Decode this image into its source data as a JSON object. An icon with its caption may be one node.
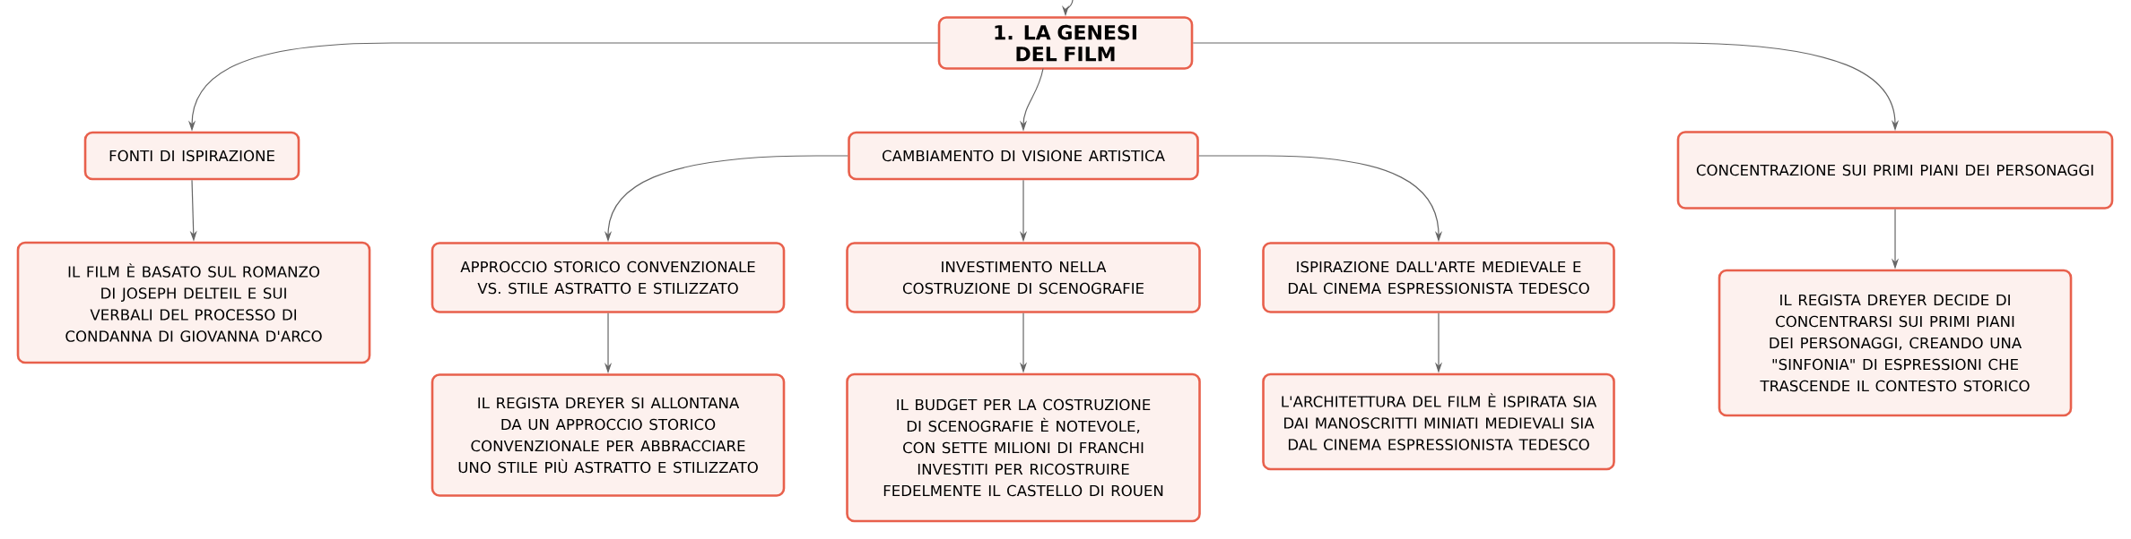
{
  "diagram": {
    "nodes": [
      {
        "text": [
          "1. LA GENESI DEL FILM"
        ]
      },
      {
        "text": [
          "FONTI DI ISPIRAZIONE"
        ]
      },
      {
        "text": [
          "IL FILM È BASATO SUL ROMANZO DI JOSEPH DELTEIL E SUI VERBALI DEL PROCESSO DI CONDANNA DI GIOVANNA D'ARCO"
        ]
      },
      {
        "text": [
          "CAMBIAMENTO DI VISIONE ARTISTICA"
        ]
      },
      {
        "text": [
          "APPROCCIO STORICO CONVENZIONALE VS. STILE ASTRATTO E STILIZZATO"
        ]
      },
      {
        "text": [
          "IL REGISTA DREYER SI ALLONTANA DA UN APPROCCIO STORICO CONVENZIONALE PER ABBRACCIARE UNO STILE PIÙ ASTRATTO E STILIZZATO"
        ]
      },
      {
        "text": [
          "INVESTIMENTO NELLA COSTRUZIONE DI SCENOGRAFIE"
        ]
      },
      {
        "text": [
          "IL BUDGET PER LA COSTRUZIONE DI SCENOGRAFIE È NOTEVOLE, CON SETTE MILIONI DI FRANCHI INVESTITI PER RICOSTRUIRE FEDELMENTE IL CASTELLO DI ROUEN"
        ]
      },
      {
        "text": [
          "ISPIRAZIONE DALL'ARTE MEDIEVALE E DAL CINEMA ESPRESSIONISTA TEDESCO"
        ]
      },
      {
        "text": [
          "L'ARCHITETTURA DEL FILM È ISPIRATA SIA DAI MANOSCRITTI MINIATI MEDIEVALI SIA DAL CINEMA ESPRESSIONISTA TEDESCO"
        ]
      },
      {
        "text": [
          "CONCENTRAZIONE SUI PRIMI PIANI DEI PERSONAGGI"
        ]
      },
      {
        "text": [
          "IL REGISTA DREYER DECIDE DI CONCENTRARSI SUI PRIMI PIANI DEI PERSONAGGI, CREANDO UNA \"SINFONIA\" DI ESPRESSIONI CHE TRASCENDE IL CONTESTO STORICO"
        ]
      }
    ],
    "edges": [
      {
        "from": null,
        "to": 0,
        "arrow": "to"
      },
      {
        "from": 0,
        "to": 1,
        "arrow": "to"
      },
      {
        "from": 0,
        "to": 3,
        "arrow": "to"
      },
      {
        "from": 0,
        "to": 10,
        "arrow": "to"
      },
      {
        "from": 1,
        "to": 2,
        "arrow": "to"
      },
      {
        "from": 3,
        "to": 4,
        "arrow": "to"
      },
      {
        "from": 3,
        "to": 6,
        "arrow": "to"
      },
      {
        "from": 3,
        "to": 8,
        "arrow": "to"
      },
      {
        "from": 4,
        "to": 5,
        "arrow": "to"
      },
      {
        "from": 6,
        "to": 7,
        "arrow": "to"
      },
      {
        "from": 8,
        "to": 9,
        "arrow": "to"
      },
      {
        "from": 10,
        "to": 11,
        "arrow": "to"
      }
    ]
  }
}
